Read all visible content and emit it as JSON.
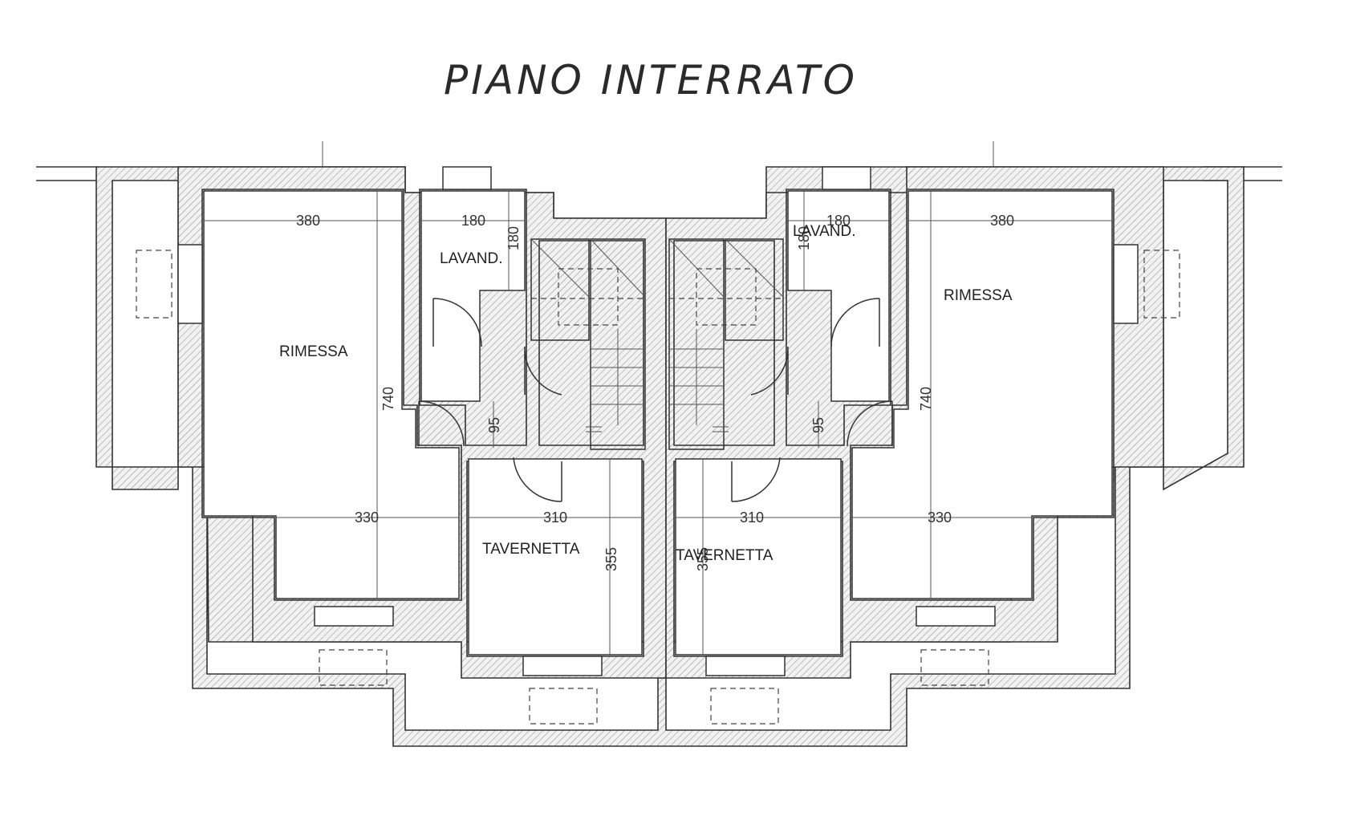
{
  "title": "PIANO  INTERRATO",
  "rooms": {
    "left_rimessa": "RIMESSA",
    "left_lavand": "LAVAND.",
    "left_tavernetta": "TAVERNETTA",
    "right_rimessa": "RIMESSA",
    "right_lavand": "LAVAND.",
    "right_tavernetta": "TAVERNETTA"
  },
  "dimensions": {
    "left_rimessa_width": "380",
    "left_lavand_width": "180",
    "left_lavand_depth": "180",
    "left_rimessa_depth": "740",
    "left_corridor": "95",
    "left_lower_width": "330",
    "left_tavernetta_width": "310",
    "left_tavernetta_depth": "355",
    "right_rimessa_width": "380",
    "right_lavand_width": "180",
    "right_lavand_depth": "180",
    "right_rimessa_depth": "740",
    "right_corridor": "95",
    "right_lower_width": "330",
    "right_tavernetta_width": "310",
    "right_tavernetta_depth": "355"
  }
}
